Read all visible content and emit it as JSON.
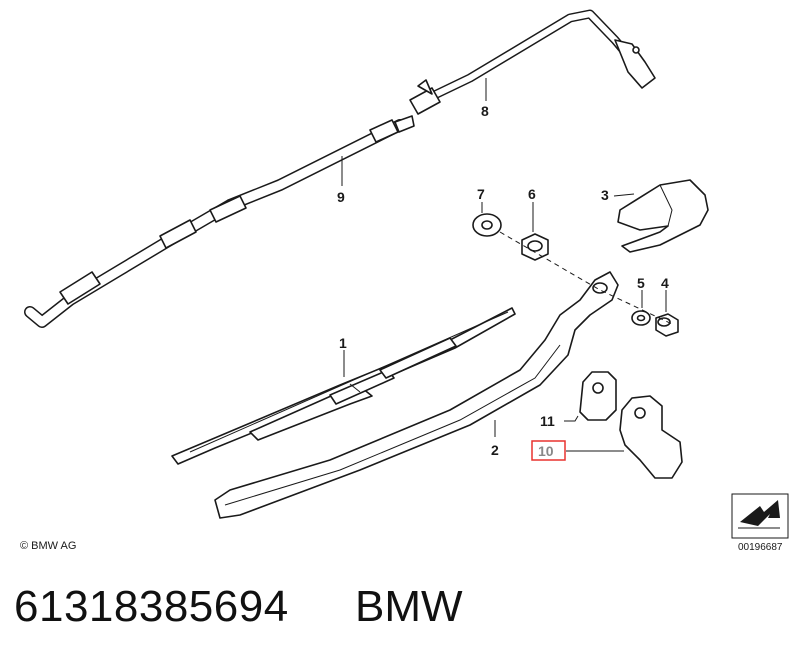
{
  "callouts": {
    "c1": "1",
    "c2": "2",
    "c3": "3",
    "c4": "4",
    "c5": "5",
    "c6": "6",
    "c7": "7",
    "c8": "8",
    "c9": "9",
    "c10": "10",
    "c11": "11"
  },
  "highlight_color": "#e8322f",
  "copyright": "© BMW AG",
  "diagram_ref": "00196687",
  "footer": {
    "part_number": "61318385694",
    "brand": "BMW"
  }
}
